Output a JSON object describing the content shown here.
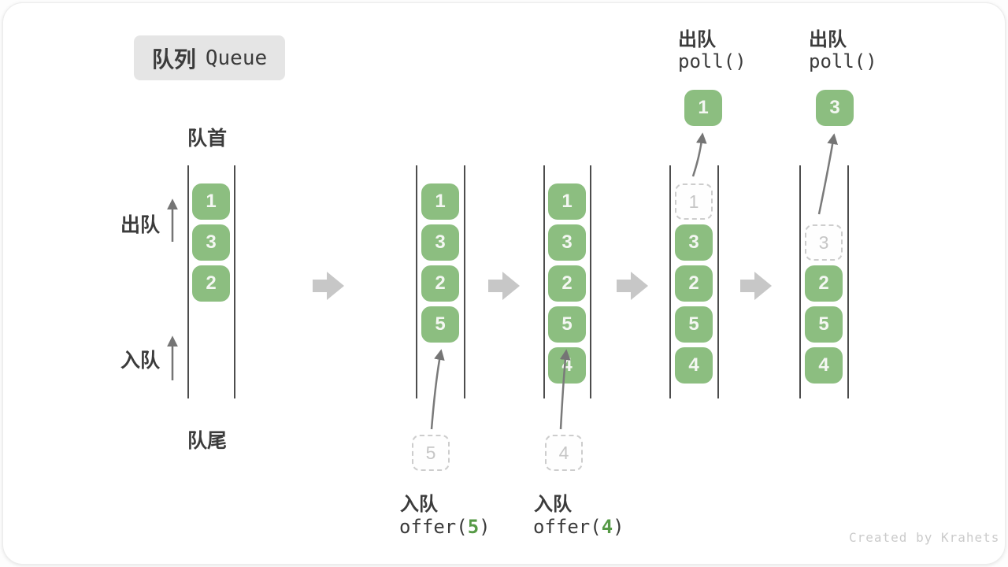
{
  "title": {
    "zh": "队列",
    "en": "Queue"
  },
  "labels": {
    "head": "队首",
    "tail": "队尾",
    "side_dequeue": "出队",
    "side_enqueue": "入队"
  },
  "colors": {
    "block_green": "#8CBE80",
    "block_text": "#F4F7F2",
    "code_green": "#569A46",
    "dark_text": "#3B3B3B",
    "ghost_gray": "#C6C6C6",
    "flow_arrow_gray": "#C7C7C7",
    "arrow_gray": "#757575",
    "badge_bg": "#E5E5E5",
    "credit_gray": "#CBCBCB"
  },
  "states": [
    {
      "blocks": [
        "1",
        "3",
        "2"
      ]
    },
    {
      "blocks": [
        "1",
        "3",
        "2",
        "5"
      ],
      "pending": "5",
      "op": "入队",
      "code_before": "offer(",
      "code_arg": "5",
      "code_after": ")"
    },
    {
      "blocks": [
        "1",
        "3",
        "2",
        "5",
        "4"
      ],
      "pending": "4",
      "op": "入队",
      "code_before": "offer(",
      "code_arg": "4",
      "code_after": ")"
    },
    {
      "ghost": "1",
      "blocks": [
        "3",
        "2",
        "5",
        "4"
      ],
      "dequeued": "1",
      "op": "出队",
      "code": "poll()"
    },
    {
      "ghost": "3",
      "blocks": [
        "2",
        "5",
        "4"
      ],
      "dequeued": "3",
      "op": "出队",
      "code": "poll()"
    }
  ],
  "credit": "Created by Krahets"
}
